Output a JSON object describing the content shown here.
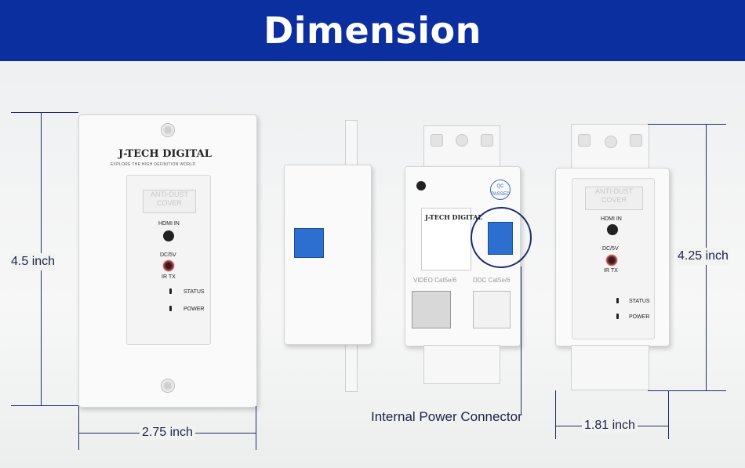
{
  "title": "Dimension",
  "dimensions": {
    "front_height": "4.5 inch",
    "front_width": "2.75 inch",
    "right_height": "4.25 inch",
    "right_width": "1.81 inch"
  },
  "callout": "Internal Power Connector",
  "front_plate": {
    "brand": "J-TECH DIGITAL",
    "tagline": "EXPLORE THE HIGH DEFINITION WORLD",
    "cover": "ANTI-DUST COVER",
    "hdmi": "HDMI IN",
    "dc": "DC/5V",
    "ir": "IR TX",
    "status": "STATUS",
    "power": "POWER"
  },
  "back_unit": {
    "brand": "J-TECH DIGITAL",
    "qc": "QC PASSED",
    "video_label": "VIDEO Cat5e/6",
    "ddc_label": "DDC Cat5e/6"
  }
}
